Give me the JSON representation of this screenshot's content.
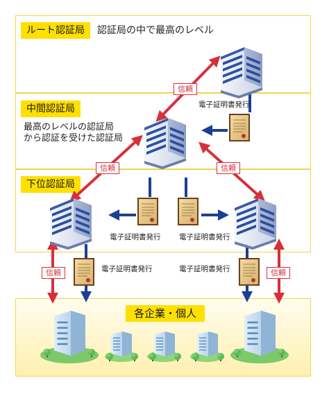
{
  "tiers": {
    "root": {
      "label": "ルート認証局",
      "desc": "認証局の中で最高のレベル"
    },
    "intermediate": {
      "label": "中間認証局",
      "desc": "最高のレベルの認証局\nから認証を受けた認証局"
    },
    "subordinate": {
      "label": "下位認証局"
    },
    "bottom": {
      "label": "各企業・個人"
    }
  },
  "issue_label": "電子証明書発行",
  "trust_label": "信頼",
  "colors": {
    "band_border": "#f3d44c",
    "label_bg": "#ffe000",
    "trust_red": "#d6303a",
    "issue_blue": "#1c3f94"
  }
}
